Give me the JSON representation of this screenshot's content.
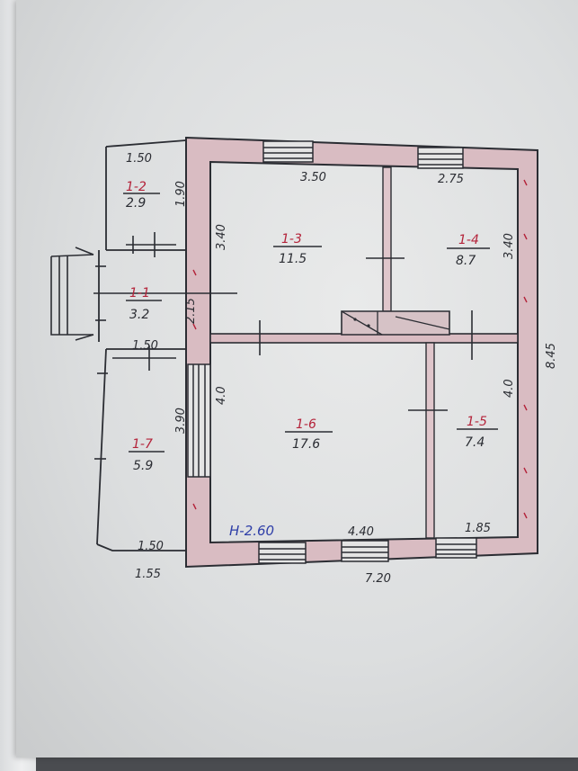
{
  "colors": {
    "ink": "#2b2d33",
    "red_ink": "#b4233a",
    "blue_ink": "#2f3fa8",
    "wall_fill": "#d7b9bf",
    "paper": "#e6e7e7"
  },
  "rooms": [
    {
      "id": "1-1",
      "area": "3.2"
    },
    {
      "id": "1-2",
      "area": "2.9"
    },
    {
      "id": "1-3",
      "area": "11.5"
    },
    {
      "id": "1-4",
      "area": "8.7"
    },
    {
      "id": "1-5",
      "area": "7.4"
    },
    {
      "id": "1-6",
      "area": "17.6"
    },
    {
      "id": "1-7",
      "area": "5.9"
    }
  ],
  "dimensions": {
    "porch_top_width": "1.50",
    "porch_room_depth": "1.90",
    "mid_width": "1.50",
    "veranda_depth": "3.90",
    "veranda_bottom_width": "1.50",
    "veranda_outer_width": "1.55",
    "room3_width": "3.50",
    "room4_width": "2.75",
    "room3_depth": "3.40",
    "room4_depth": "3.40",
    "corridor_dim": "2.15",
    "room6_depth": "4.0",
    "room5_depth": "4.0",
    "ceiling_height": "H-2.60",
    "room6_width": "4.40",
    "room5_width": "1.85",
    "total_width": "7.20",
    "total_depth": "8.45"
  }
}
